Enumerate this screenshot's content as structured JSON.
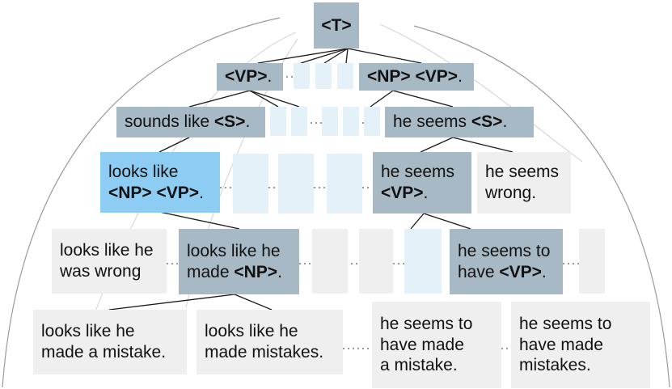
{
  "tree": {
    "root": {
      "parts": [
        {
          "t": "<T>",
          "b": true
        }
      ]
    },
    "level1": [
      {
        "parts": [
          {
            "t": "<VP>",
            "b": true
          },
          {
            "t": ".",
            "b": false
          }
        ]
      },
      {
        "parts": [
          {
            "t": "<NP> <VP>",
            "b": true
          },
          {
            "t": ".",
            "b": false
          }
        ]
      }
    ],
    "level2": [
      {
        "parts": [
          {
            "t": "sounds like ",
            "b": false
          },
          {
            "t": "<S>",
            "b": true
          },
          {
            "t": ".",
            "b": false
          }
        ]
      },
      {
        "parts": [
          {
            "t": "he seems ",
            "b": false
          },
          {
            "t": "<S>",
            "b": true
          },
          {
            "t": ".",
            "b": false
          }
        ]
      }
    ],
    "level3": [
      {
        "parts": [
          {
            "t": "looks like\n",
            "b": false
          },
          {
            "t": "<NP> <VP>",
            "b": true
          },
          {
            "t": ".",
            "b": false
          }
        ]
      },
      {
        "parts": [
          {
            "t": "he seems\n",
            "b": false
          },
          {
            "t": "<VP>",
            "b": true
          },
          {
            "t": ".",
            "b": false
          }
        ]
      },
      {
        "parts": [
          {
            "t": "he seems\nwrong.",
            "b": false
          }
        ]
      }
    ],
    "level4": [
      {
        "parts": [
          {
            "t": "looks like he\nwas wrong",
            "b": false
          }
        ]
      },
      {
        "parts": [
          {
            "t": "looks like he\nmade ",
            "b": false
          },
          {
            "t": "<NP>",
            "b": true
          },
          {
            "t": ".",
            "b": false
          }
        ]
      },
      {
        "parts": [
          {
            "t": "he seems to\nhave ",
            "b": false
          },
          {
            "t": "<VP>",
            "b": true
          },
          {
            "t": ".",
            "b": false
          }
        ]
      }
    ],
    "level5": [
      {
        "parts": [
          {
            "t": "looks like he\nmade a mistake.",
            "b": false
          }
        ]
      },
      {
        "parts": [
          {
            "t": "looks like he\nmade mistakes.",
            "b": false
          }
        ]
      },
      {
        "parts": [
          {
            "t": "he seems to\nhave made\na mistake.",
            "b": false
          }
        ]
      },
      {
        "parts": [
          {
            "t": "he seems to\nhave made\nmistakes.",
            "b": false
          }
        ]
      }
    ]
  },
  "colors": {
    "selected_node": "#8ecdf3",
    "expanded_node": "#a6b9c4",
    "leaf_node": "#efefef",
    "collapsed_placeholder": "#e4f1f8",
    "edge": "#1a1a1a",
    "ellipsis_dots": "#9a9a9a"
  }
}
